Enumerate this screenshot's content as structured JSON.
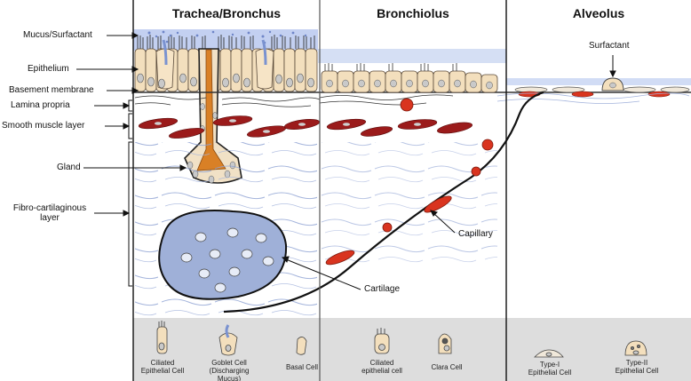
{
  "sections": {
    "trachea": "Trachea/Bronchus",
    "bronchiolus": "Bronchiolus",
    "alveolus": "Alveolus"
  },
  "left_labels": {
    "mucus": "Mucus/Surfactant",
    "epithelium": "Epithelium",
    "basement": "Basement membrane",
    "lamina": "Lamina propria",
    "smooth": "Smooth muscle layer",
    "gland": "Gland",
    "fibro_line1": "Fibro-cartilaginous",
    "fibro_line2": "layer"
  },
  "callouts": {
    "surfactant": "Surfactant",
    "capillary": "Capillary",
    "cartilage": "Cartilage"
  },
  "legend": {
    "ciliated_1": "Ciliated",
    "ciliated_2": "Epithelial Cell",
    "goblet_1": "Goblet Cell",
    "goblet_2": "(Discharging Mucus)",
    "basal": "Basal Cell",
    "ciliated_b1": "Ciliated",
    "ciliated_b2": "epithelial cell",
    "clara": "Clara Cell",
    "type1_1": "Type-I",
    "type1_2": "Epithelial Cell",
    "type2_1": "Type-II",
    "type2_2": "Epithelial Cell"
  },
  "colors": {
    "mucus": "#b8c8ee",
    "epithelium": "#f3dfbd",
    "gland_core": "#d98026",
    "muscle": "#9b1b1b",
    "rbc": "#d9341f",
    "cartilage": "#9fb0d8",
    "fiber": "#7f95c9",
    "legend_bg": "#dddddd"
  }
}
